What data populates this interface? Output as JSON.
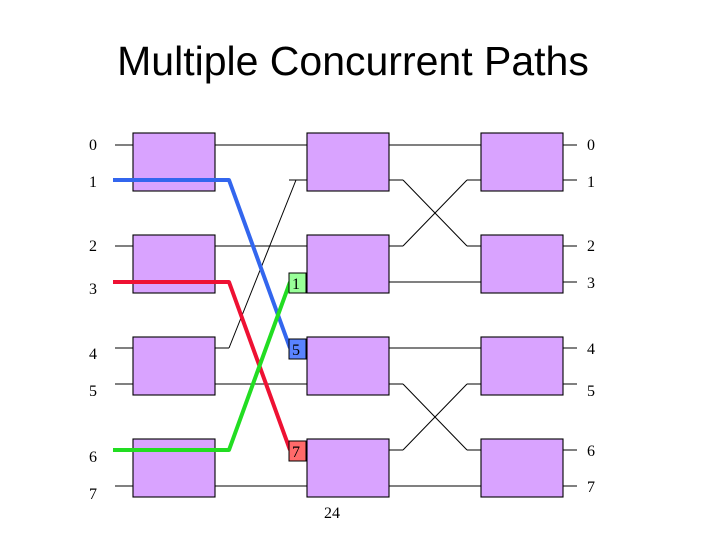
{
  "title": "Multiple Concurrent Paths",
  "page_number": "24",
  "input_labels": [
    "0",
    "1",
    "2",
    "3",
    "4",
    "5",
    "6",
    "7"
  ],
  "output_labels": [
    "0",
    "1",
    "2",
    "3",
    "4",
    "5",
    "6",
    "7"
  ],
  "path_tags": [
    {
      "label": "1",
      "color": "#99ff99"
    },
    {
      "label": "5",
      "color": "#5a83ff"
    },
    {
      "label": "7",
      "color": "#ff6a6a"
    }
  ],
  "colors": {
    "switch_fill": "#d9a3ff",
    "path_blue": "#3366ee",
    "path_red": "#ee1133",
    "path_green": "#22dd22"
  }
}
